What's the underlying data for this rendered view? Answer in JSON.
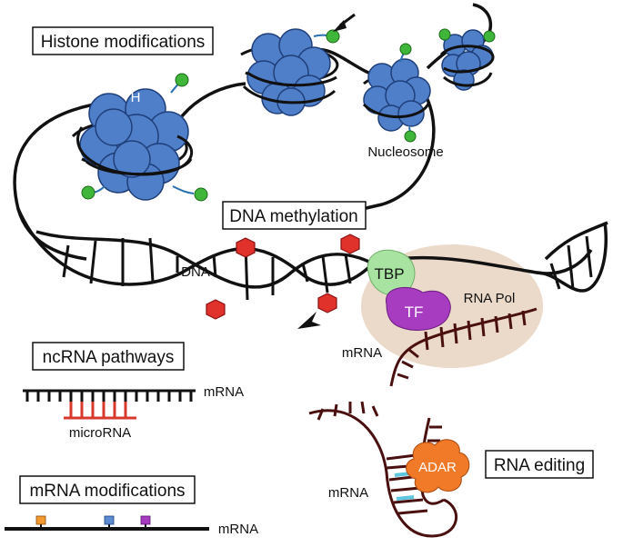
{
  "labels": {
    "histone_modifications": "Histone modifications",
    "histone_h": "H",
    "nucleosome": "Nucleosome",
    "dna_methylation": "DNA methylation",
    "dna": "DNA",
    "tbp": "TBP",
    "tf": "TF",
    "rna_pol": "RNA Pol",
    "mrna_transcript": "mRNA",
    "ncrna_pathways": "ncRNA pathways",
    "mrna_ncrna": "mRNA",
    "microrna": "microRNA",
    "rna_editing": "RNA editing",
    "adar": "ADAR",
    "mrna_editing": "mRNA",
    "mrna_modifications": "mRNA modifications",
    "mrna_mods": "mRNA"
  },
  "colors": {
    "histone": "#4f7fc9",
    "histone_dark": "#1f3f7a",
    "mod_marker": "#3fb53a",
    "methyl": "#e0312a",
    "tbp": "#a8e3a2",
    "tf": "#a83cc0",
    "pol_complex": "#e8d3bf",
    "adar": "#f07a28",
    "rna": "#4a1010",
    "microrna": "#d73a2c",
    "edit_site": "#5fc6e0",
    "mod_orange": "#f39a2e",
    "mod_blue": "#5b8bd0",
    "mod_purple": "#a63bc1"
  }
}
